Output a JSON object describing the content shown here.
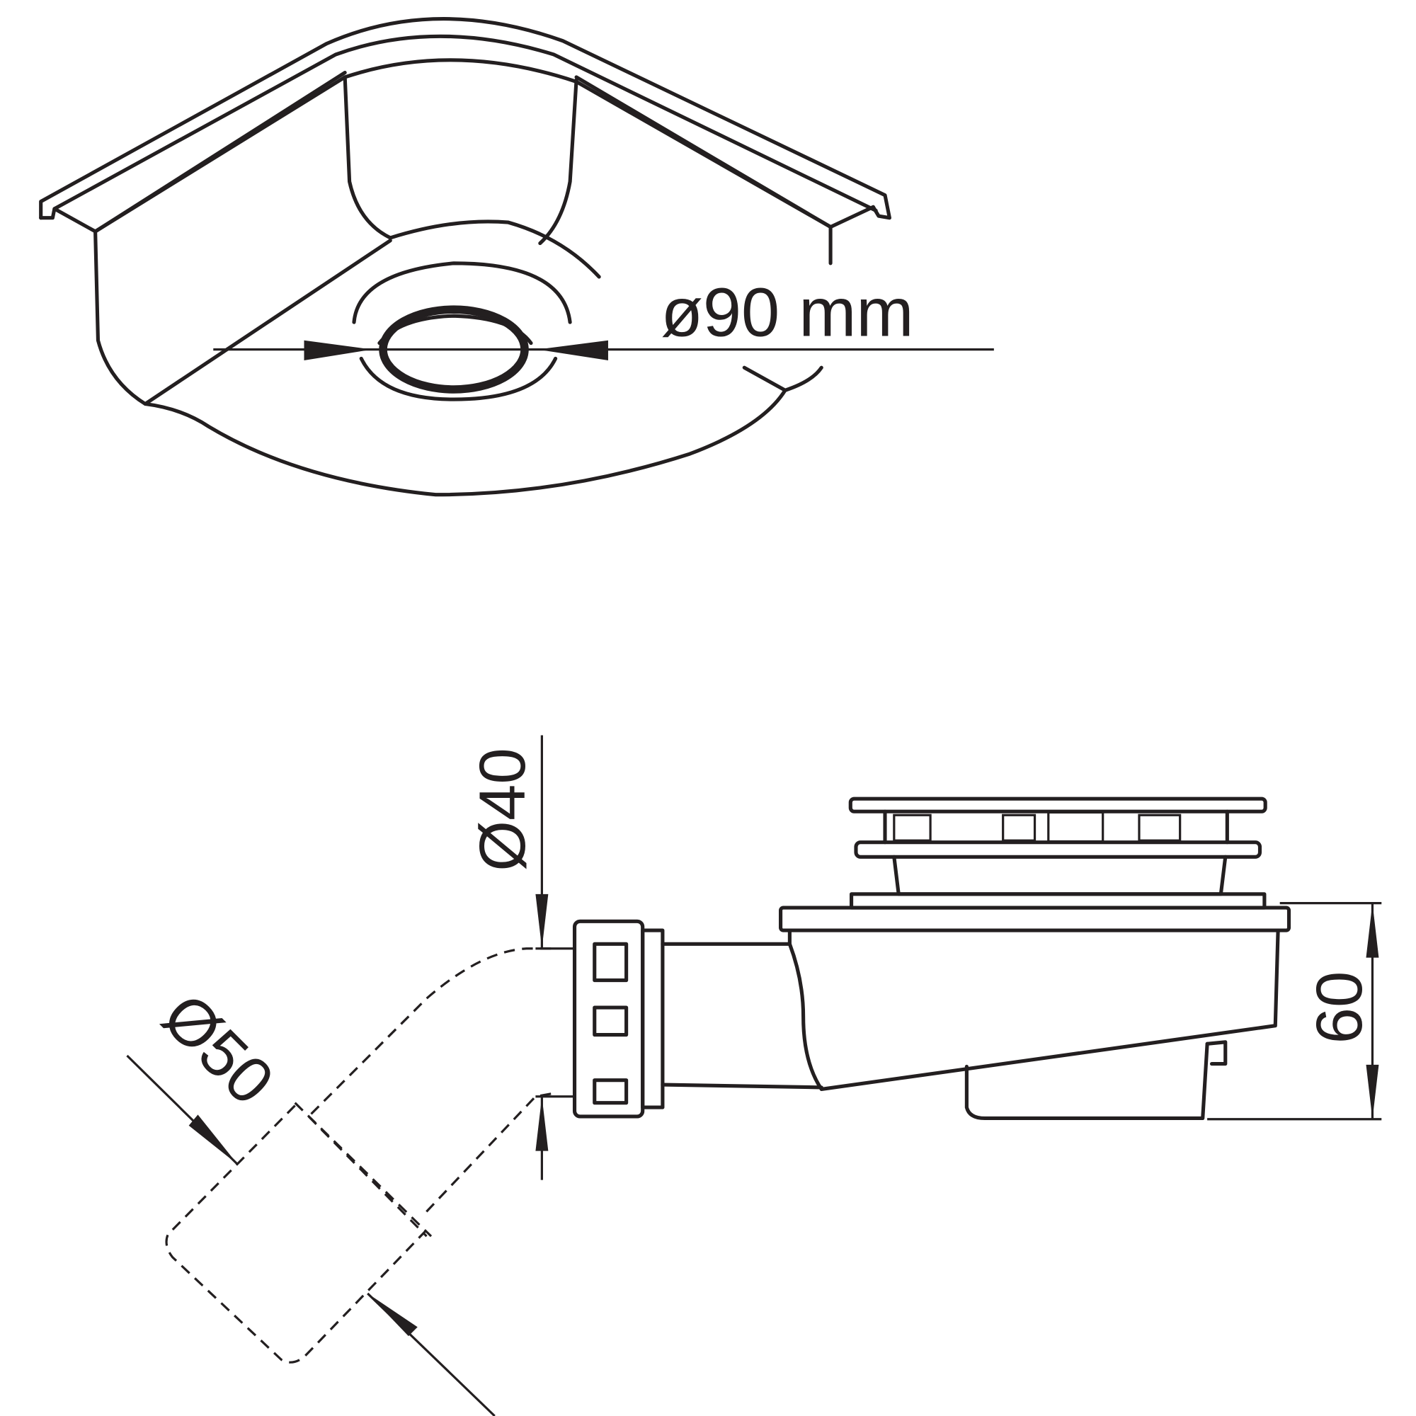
{
  "top_view": {
    "diameter_label": "ø90 mm"
  },
  "side_view": {
    "outlet_diameter_label": "Ø40",
    "pipe_diameter_label": "Ø50",
    "height_label": "60"
  },
  "colors": {
    "line": "#231f20",
    "background": "#ffffff"
  }
}
